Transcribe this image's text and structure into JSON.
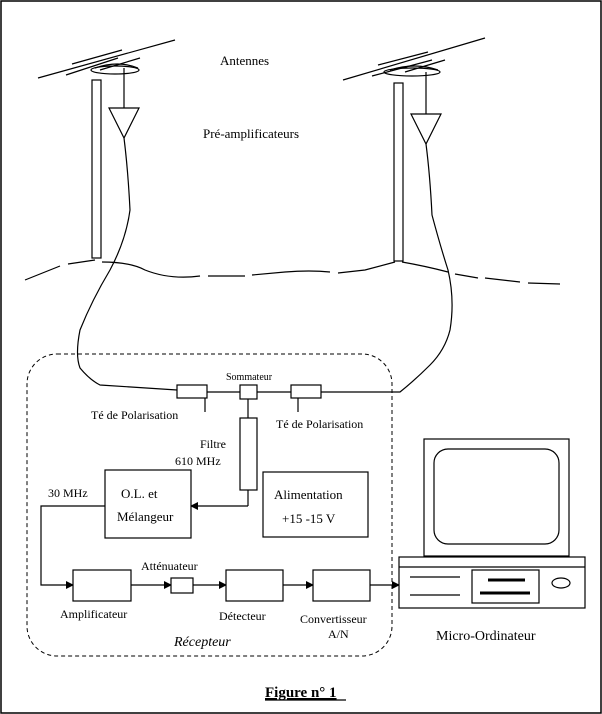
{
  "labels": {
    "antennes": "Antennes",
    "preamplificateurs": "Pré-amplificateurs",
    "sommateur": "Sommateur",
    "te_gauche": "Té de Polarisation",
    "te_droite": "Té de Polarisation",
    "filtre_l1": "Filtre",
    "filtre_l2": "610 MHz",
    "freq_30": "30 MHz",
    "ol_l1": "O.L.  et",
    "ol_l2": "Mélangeur",
    "alim_l1": "Alimentation",
    "alim_l2": "+15 -15 V",
    "attenuateur": "Atténuateur",
    "amplificateur": "Amplificateur",
    "detecteur": "Détecteur",
    "conv_l1": "Convertisseur",
    "conv_l2": "A/N",
    "recepteur": "Récepteur",
    "micro": "Micro-Ordinateur",
    "figure": "Figure n° 1"
  }
}
